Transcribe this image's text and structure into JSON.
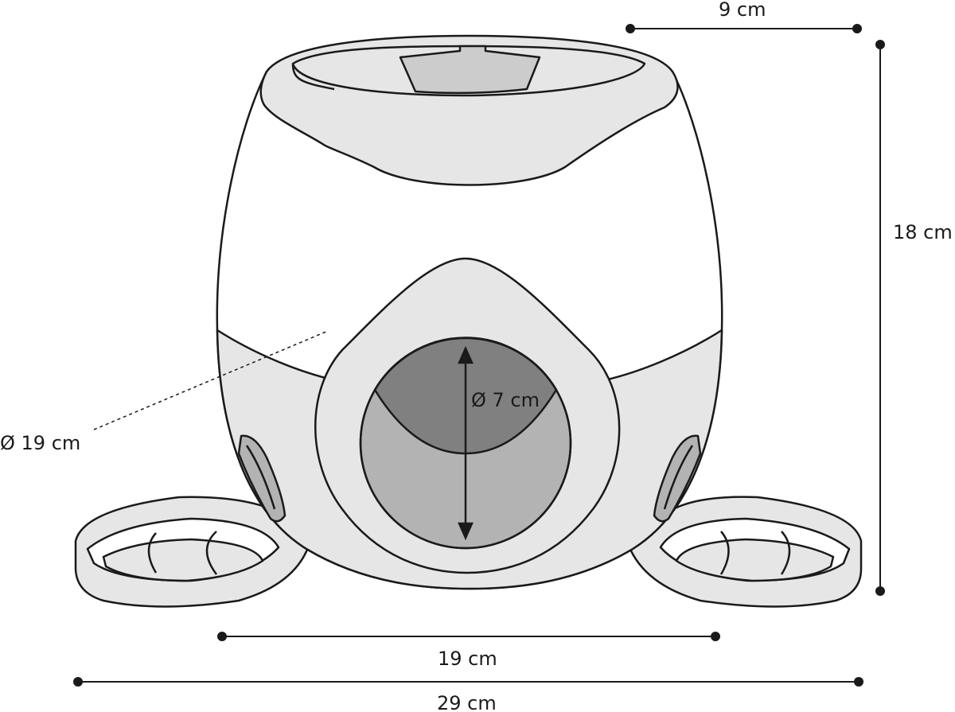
{
  "dimensions": {
    "top_width": "9 cm",
    "height": "18 cm",
    "diameter": "Ø 19 cm",
    "opening": "Ø 7 cm",
    "base_width": "19 cm",
    "total_width": "29 cm"
  },
  "colors": {
    "outline": "#1a1a1a",
    "body": "#ffffff",
    "light_grey": "#e6e6e6",
    "mid_grey": "#b3b3b3",
    "dark_grey": "#808080",
    "paddle": "#cccccc"
  }
}
